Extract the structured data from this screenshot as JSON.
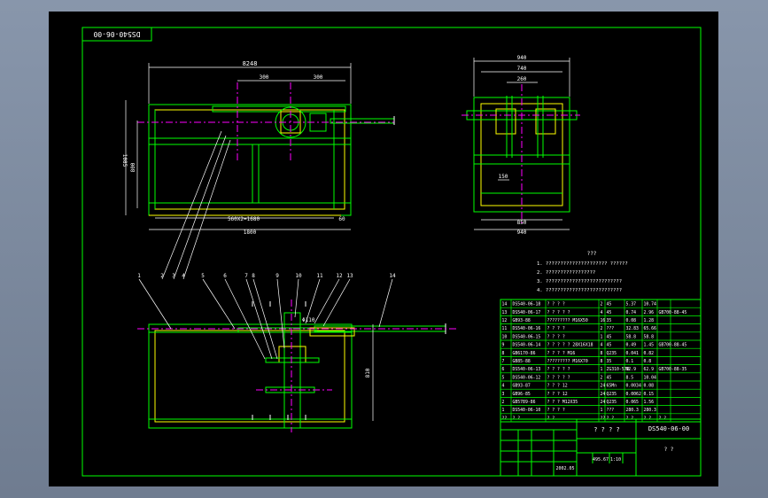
{
  "drawing": {
    "title_box": "DS540-06-00",
    "drawing_no": "DS540-06-00",
    "mass_label": "? ?"
  },
  "front_view": {
    "dim_total_width": "8248",
    "dim_left_offset": "300",
    "dim_right_offset": "300",
    "dim_height_outer": "1085",
    "dim_height_inner": "800",
    "dim_bottom_inner": "560X2=1680",
    "dim_bottom_outer": "1800",
    "dim_small_right": "60"
  },
  "side_view": {
    "dim_top_outer": "940",
    "dim_top_mid": "740",
    "dim_top_inner": "260",
    "dim_small": "150",
    "dim_bottom_inner": "850",
    "dim_bottom_outer": "940"
  },
  "plan_view": {
    "callouts": [
      "1",
      "2",
      "3",
      "4",
      "5",
      "6",
      "7",
      "8",
      "9",
      "10",
      "11",
      "12",
      "13",
      "14"
    ],
    "dim_vertical": "810",
    "dim_shaft": "Φ110"
  },
  "notes": {
    "heading": "???",
    "lines": [
      "1. ????????????????????? ??????",
      "2. ?????????????????",
      "3. ??????????????????????????",
      "4. ??????????????????????????"
    ]
  },
  "bom": {
    "rows": [
      [
        "14",
        "DS540-06-18",
        "? ? ? ?",
        "2",
        "45",
        "5.37",
        "10.74",
        "",
        ""
      ],
      [
        "13",
        "DS540-06-17",
        "? ? ? ? ?",
        "4",
        "45",
        "0.74",
        "2.96",
        "GB700-88-45",
        ""
      ],
      [
        "12",
        "GB93-88",
        "????????? M16X50",
        "16",
        "35",
        "0.08",
        "1.28",
        "",
        ""
      ],
      [
        "11",
        "DS540-06-16",
        "? ? ? ?",
        "2",
        "???",
        "32.83",
        "65.66",
        "",
        ""
      ],
      [
        "10",
        "DS540-06-15",
        "? ? ? ?",
        "1",
        "45",
        "58.8",
        "58.8",
        "",
        ""
      ],
      [
        "9",
        "DS540-06-14",
        "? ? ? ? ? 28X16X18",
        "4",
        "45",
        "0.49",
        "1.45",
        "GB700-88-45",
        ""
      ],
      [
        "8",
        "GB6170-86",
        "? ? ? ? M16",
        "8",
        "Q235",
        "0.041",
        "0.82",
        "",
        ""
      ],
      [
        "7",
        "GB85-88",
        "????????? M16X70",
        "8",
        "35",
        "0.1",
        "0.8",
        "",
        ""
      ],
      [
        "6",
        "DS540-06-13",
        "? ? ? ? ?",
        "1",
        "ZG310-570",
        "62.9",
        "62.9",
        "GB700-88-35",
        ""
      ],
      [
        "5",
        "DS540-06-12",
        "? ? ? ? ?",
        "2",
        "45",
        "8.5",
        "10.04",
        "",
        ""
      ],
      [
        "4",
        "GB93-87",
        "? ? ? 12",
        "24",
        "65Mn",
        "0.0034",
        "0.08",
        "",
        ""
      ],
      [
        "3",
        "GB96-85",
        "? ? ? 12",
        "24",
        "Q235",
        "0.0062",
        "0.15",
        "",
        ""
      ],
      [
        "2",
        "GB5789-86",
        "? ? ? M12X35",
        "24",
        "Q235",
        "0.065",
        "1.56",
        "",
        ""
      ],
      [
        "1",
        "DS540-06-10",
        "? ? ? ?",
        "1",
        "???",
        "280.3",
        "280.3",
        "",
        ""
      ],
      [
        "??",
        "? ?",
        "? ?",
        "??",
        "? ?",
        "? ?",
        "? ?",
        "? ?",
        ""
      ]
    ]
  },
  "title_block": {
    "part_name": "? ? ? ?",
    "scale_values": [
      "495.67",
      "1:10"
    ],
    "date": "2002.05"
  }
}
